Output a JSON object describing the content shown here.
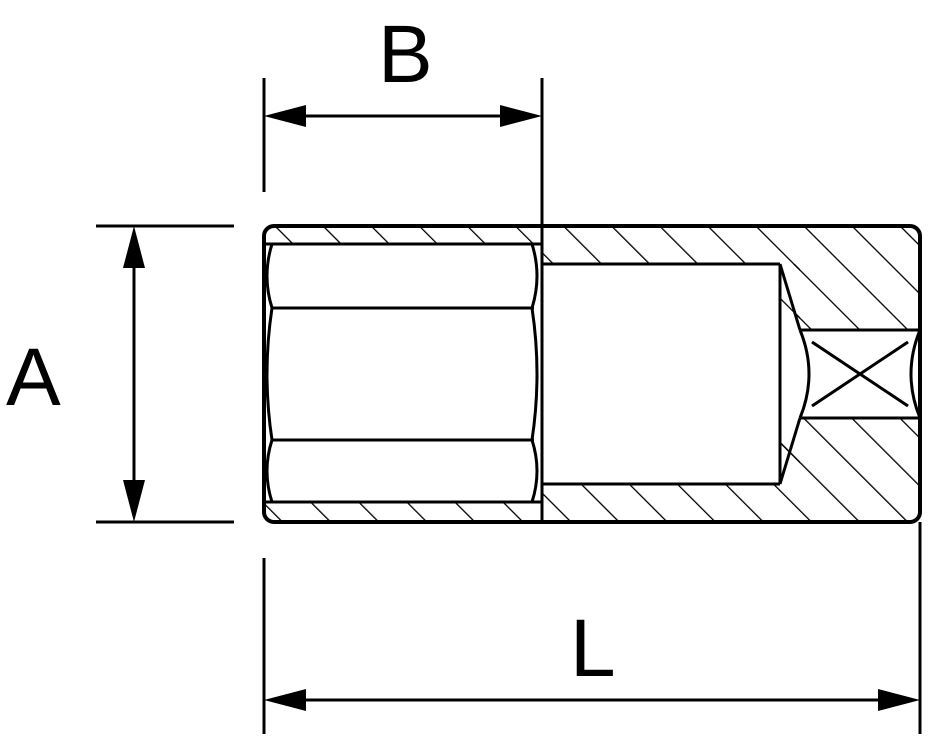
{
  "labels": {
    "a": "A",
    "b": "B",
    "l": "L"
  },
  "colors": {
    "ink": "#000000",
    "paper": "#ffffff"
  }
}
